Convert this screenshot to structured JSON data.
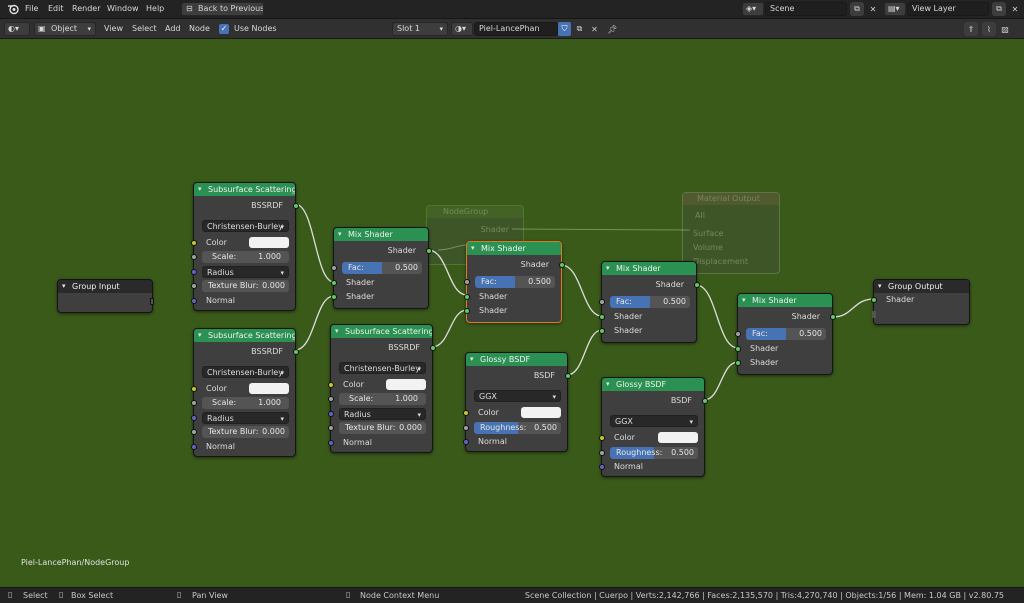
{
  "topbar": {
    "menus": [
      "File",
      "Edit",
      "Render",
      "Window",
      "Help"
    ],
    "back_button": "Back to Previous",
    "scene_value": "Scene",
    "view_layer_value": "View Layer"
  },
  "header": {
    "mode_value": "Object",
    "menus": [
      "View",
      "Select",
      "Add",
      "Node"
    ],
    "use_nodes_label": "Use Nodes",
    "use_nodes_checked": true,
    "slot_value": "Slot 1",
    "material_value": "Piel-LancePhan"
  },
  "nodes": {
    "group_input": {
      "title": "Group Input"
    },
    "group_output": {
      "title": "Group Output",
      "in_shader": "Shader"
    },
    "sss1": {
      "title": "Subsurface Scattering",
      "out": "BSSRDF",
      "method": "Christensen-Burley",
      "color": "Color",
      "scale_label": "Scale:",
      "scale_value": "1.000",
      "radius": "Radius",
      "blur_label": "Texture Blur:",
      "blur_value": "0.000",
      "normal": "Normal"
    },
    "sss2": {
      "title": "Subsurface Scattering",
      "out": "BSSRDF",
      "method": "Christensen-Burley",
      "color": "Color",
      "scale_label": "Scale:",
      "scale_value": "1.000",
      "radius": "Radius",
      "blur_label": "Texture Blur:",
      "blur_value": "0.000",
      "normal": "Normal"
    },
    "sss3": {
      "title": "Subsurface Scattering",
      "out": "BSSRDF",
      "method": "Christensen-Burley",
      "color": "Color",
      "scale_label": "Scale:",
      "scale_value": "1.000",
      "radius": "Radius",
      "blur_label": "Texture Blur:",
      "blur_value": "0.000",
      "normal": "Normal"
    },
    "mix1": {
      "title": "Mix Shader",
      "out": "Shader",
      "fac_label": "Fac:",
      "fac_value": "0.500",
      "fac_fraction": 0.5,
      "in1": "Shader",
      "in2": "Shader"
    },
    "mix2": {
      "title": "Mix Shader",
      "out": "Shader",
      "fac_label": "Fac:",
      "fac_value": "0.500",
      "fac_fraction": 0.5,
      "in1": "Shader",
      "in2": "Shader"
    },
    "mix3": {
      "title": "Mix Shader",
      "out": "Shader",
      "fac_label": "Fac:",
      "fac_value": "0.500",
      "fac_fraction": 0.5,
      "in1": "Shader",
      "in2": "Shader"
    },
    "mix4": {
      "title": "Mix Shader",
      "out": "Shader",
      "fac_label": "Fac:",
      "fac_value": "0.500",
      "fac_fraction": 0.5,
      "in1": "Shader",
      "in2": "Shader"
    },
    "glossy1": {
      "title": "Glossy BSDF",
      "out": "BSDF",
      "dist": "GGX",
      "color": "Color",
      "rough_label": "Roughness:",
      "rough_value": "0.500",
      "rough_fraction": 0.5,
      "normal": "Normal"
    },
    "glossy2": {
      "title": "Glossy BSDF",
      "out": "BSDF",
      "dist": "GGX",
      "color": "Color",
      "rough_label": "Roughness:",
      "rough_value": "0.500",
      "rough_fraction": 0.5,
      "normal": "Normal"
    },
    "ghost_group": {
      "title": "NodeGroup",
      "out": "Shader"
    },
    "ghost_output": {
      "title": "Material Output",
      "target": "All",
      "surface": "Surface",
      "volume": "Volume",
      "displacement": "Displacement"
    }
  },
  "breadcrumb": "Piel-LancePhan/NodeGroup",
  "status": {
    "select": "Select",
    "box_select": "Box Select",
    "pan_view": "Pan View",
    "context_menu": "Node Context Menu",
    "stats": "Scene Collection | Cuerpo | Verts:2,142,766 | Faces:2,135,570 | Tris:4,270,740 | Objects:1/56 | Mem: 1.04 GB | v2.80.75"
  },
  "colors": {
    "canvas": "#3a5a1a",
    "node_header_shader": "#2b9152",
    "selected_outline": "#e07a1f",
    "shader_socket": "#63c763",
    "color_socket": "#c7c729",
    "value_socket": "#a1a1a1",
    "vector_socket": "#6363c7",
    "slider_fill": "#4772b3"
  }
}
